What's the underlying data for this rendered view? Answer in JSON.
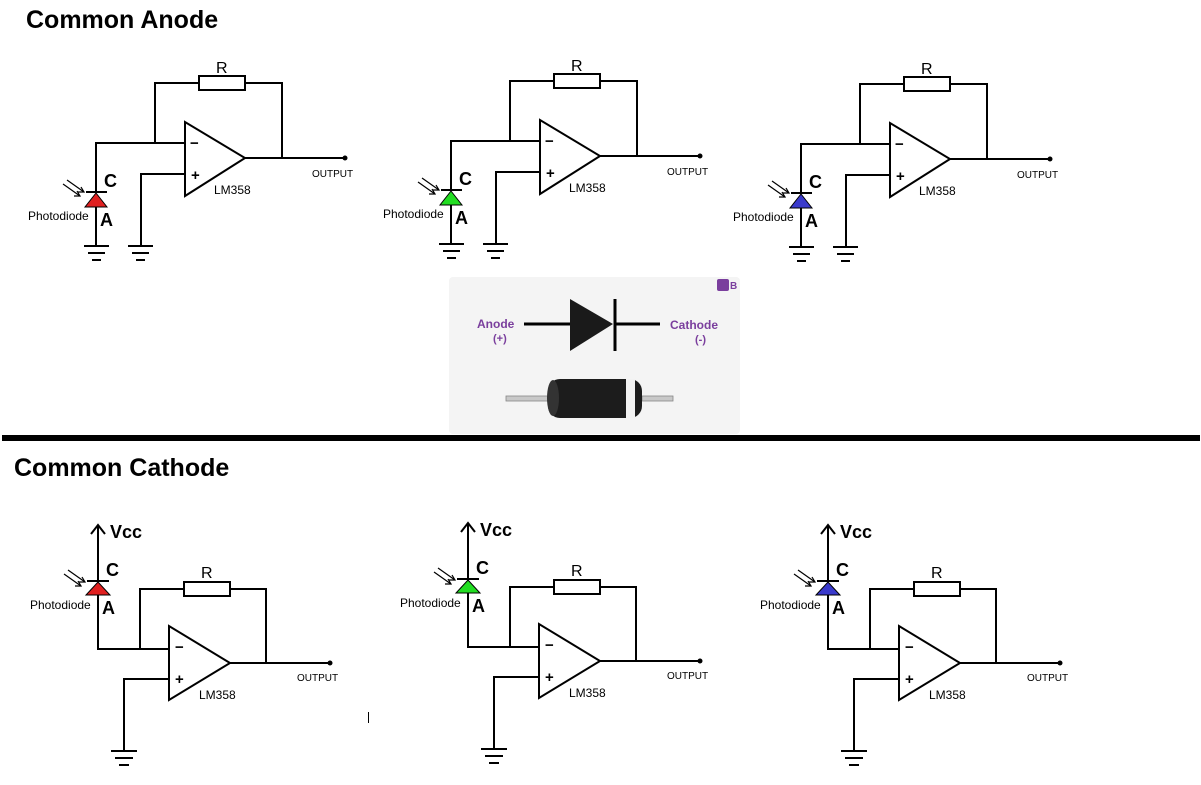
{
  "headings": {
    "anode": "Common Anode",
    "cathode": "Common Cathode"
  },
  "labels": {
    "resistor": "R",
    "opamp": "LM358",
    "output": "OUTPUT",
    "photodiode": "Photodiode",
    "cathode_letter": "C",
    "anode_letter": "A",
    "minus": "−",
    "plus": "+",
    "vcc": "Vcc"
  },
  "diode_reference": {
    "anode_label": "Anode",
    "anode_sign": "(+)",
    "cathode_label": "Cathode",
    "cathode_sign": "(-)",
    "logo_text": "B"
  },
  "colors": {
    "red": "#e02020",
    "green": "#22dd22",
    "blue": "#3a3acc",
    "wire": "#000000"
  },
  "circuits": {
    "anode": [
      {
        "color": "red"
      },
      {
        "color": "green"
      },
      {
        "color": "blue"
      }
    ],
    "cathode": [
      {
        "color": "red"
      },
      {
        "color": "green"
      },
      {
        "color": "blue"
      }
    ]
  }
}
